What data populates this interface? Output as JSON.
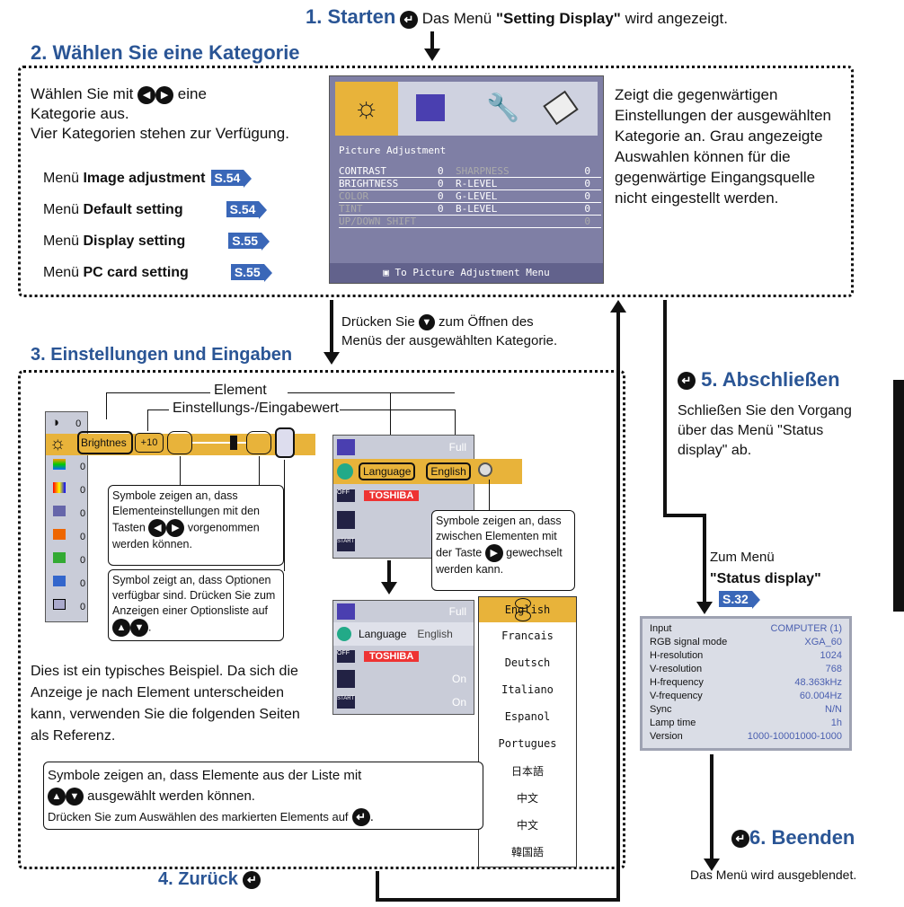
{
  "step1": {
    "title": "1. Starten",
    "desc_prefix": "Das Menü ",
    "desc_bold": "\"Setting Display\"",
    "desc_suffix": " wird angezeigt."
  },
  "step2": {
    "title": "2. Wählen Sie eine Kategorie",
    "text1": "Wählen Sie mit",
    "text1b": "eine",
    "text2": "Kategorie aus.",
    "text3": "Vier Kategorien stehen zur Verfügung.",
    "items": [
      {
        "prefix": "Menü ",
        "bold": "Image adjustment",
        "ref": "S.54"
      },
      {
        "prefix": "Menü ",
        "bold": "Default setting",
        "ref": "S.54"
      },
      {
        "prefix": "Menü ",
        "bold": "Display setting",
        "ref": "S.55"
      },
      {
        "prefix": "Menü ",
        "bold": "PC card setting",
        "ref": "S.55"
      }
    ],
    "right_text": "Zeigt die gegenwärtigen Einstellungen der ausgewählten Kategorie an. Grau angezeigte Auswahlen können für die gegenwärtige Eingangsquelle nicht eingestellt werden."
  },
  "osd1": {
    "title": "Picture Adjustment",
    "rows": [
      [
        "CONTRAST",
        "0",
        "SHARPNESS",
        "0"
      ],
      [
        "BRIGHTNESS",
        "0",
        "R-LEVEL",
        "0"
      ],
      [
        "COLOR",
        "0",
        "G-LEVEL",
        "0"
      ],
      [
        "TINT",
        "0",
        "B-LEVEL",
        "0"
      ],
      [
        "UP/DOWN SHIFT",
        "",
        "",
        "0"
      ]
    ],
    "footer": "To Picture Adjustment Menu"
  },
  "between": {
    "prefix": "Drücken Sie",
    "suffix": "zum Öffnen des",
    "line2": "Menüs der ausgewählten Kategorie."
  },
  "step3": {
    "title": "3. Einstellungen und Eingaben",
    "element_label": "Element",
    "value_label": "Einstellungs-/Eingabewert",
    "brightness": "Brightnes",
    "bright_val": "+10",
    "slider_vals": [
      "0",
      "0",
      "0",
      "0",
      "0",
      "0",
      "0",
      "0"
    ],
    "callout1": "Symbole zeigen an, dass Elementeinstellungen mit den Tasten",
    "callout1b": "vorgenommen werden können.",
    "callout2": "Symbol zeigt an, dass Optionen verfügbar sind. Drücken Sie zum Anzeigen einer Optionsliste auf",
    "typical": "Dies ist ein typisches Beispiel. Da sich die Anzeige je nach Element unterscheiden kann, verwenden Sie die folgenden Seiten als Referenz.",
    "menu_full": "Full",
    "menu_lang": "Language",
    "menu_lang_val": "English",
    "menu_brand": "TOSHIBA",
    "menu_on1": "On",
    "menu_on2": "On",
    "callout3": "Symbole zeigen an, dass zwischen Elementen mit der Taste",
    "callout3b": "gewechselt werden kann.",
    "lang_list": [
      "English",
      "Francais",
      "Deutsch",
      "Italiano",
      "Espanol",
      "Portugues",
      "日本語",
      "中文",
      "中文",
      "韓国語"
    ],
    "callout4a": "Symbole zeigen an, dass Elemente aus der Liste mit",
    "callout4b": "ausgewählt werden können.",
    "callout4c": "Drücken Sie zum Auswählen des markierten Elements auf"
  },
  "step4": {
    "title": "4. Zurück"
  },
  "step5": {
    "title": "5. Abschließen",
    "text": "Schließen Sie den Vorgang über das Menü \"Status display\" ab.",
    "goto1": "Zum Menü",
    "goto2": "\"Status display\"",
    "ref": "S.32"
  },
  "status": {
    "rows": [
      [
        "Input",
        "COMPUTER (1)"
      ],
      [
        "RGB signal mode",
        "XGA_60"
      ],
      [
        "H-resolution",
        "1024"
      ],
      [
        "V-resolution",
        "768"
      ],
      [
        "H-frequency",
        "48.363kHz"
      ],
      [
        "V-frequency",
        "60.004Hz"
      ],
      [
        "Sync",
        "N/N"
      ],
      [
        "Lamp time",
        "1h"
      ],
      [
        "Version",
        "1000-10001000-1000"
      ]
    ]
  },
  "step6": {
    "title": "6. Beenden",
    "text": "Das Menü wird ausgeblendet."
  }
}
